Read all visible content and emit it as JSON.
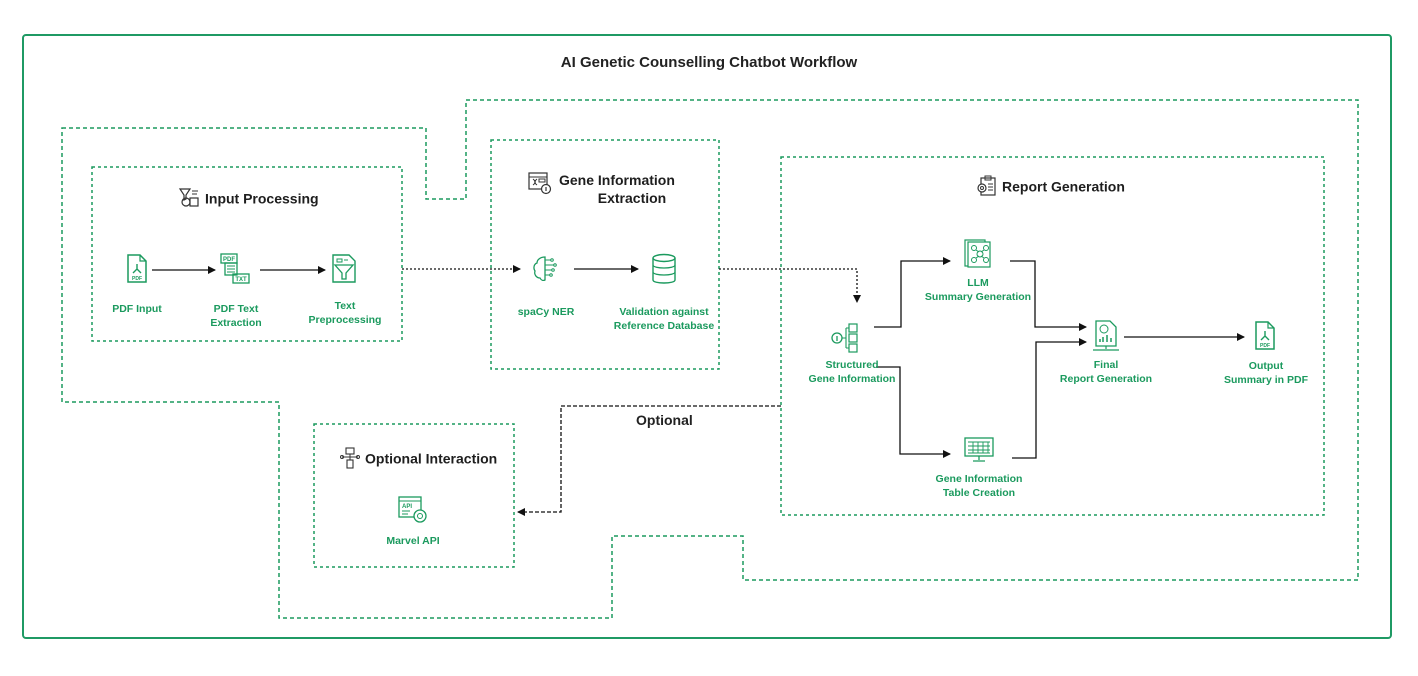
{
  "title": "AI Genetic Counselling Chatbot Workflow",
  "colors": {
    "accent": "#1b9a5e",
    "frame": "#1f9a64",
    "dashed_group": "#1b9a5e",
    "arrow": "#111111",
    "heading_text": "#1e1e1e"
  },
  "groups": {
    "input_processing": {
      "title": "Input Processing",
      "icon": "funnel-gear-icon"
    },
    "gene_extraction": {
      "title_line1": "Gene Information",
      "title_line2": "Extraction",
      "icon": "dna-info-icon"
    },
    "report_generation": {
      "title": "Report Generation",
      "icon": "clipboard-gear-icon"
    },
    "optional_interaction": {
      "title": "Optional Interaction",
      "icon": "hand-network-icon"
    }
  },
  "nodes": {
    "pdf_input": {
      "line1": "PDF Input",
      "line2": "",
      "icon": "pdf-file-icon"
    },
    "pdf_text_extraction": {
      "line1": "PDF Text",
      "line2": "Extraction",
      "icon": "pdf-to-txt-icon"
    },
    "text_preprocessing": {
      "line1": "Text",
      "line2": "Preprocessing",
      "icon": "document-filter-icon"
    },
    "spacy_ner": {
      "line1": "spaCy NER",
      "line2": "",
      "icon": "brain-circuit-icon"
    },
    "validation": {
      "line1": "Validation against",
      "line2": "Reference Database",
      "icon": "database-icon"
    },
    "structured_gene_info": {
      "line1": "Structured",
      "line2": "Gene Information",
      "icon": "info-hierarchy-icon"
    },
    "llm_summary": {
      "line1": "LLM",
      "line2": "Summary Generation",
      "icon": "neural-network-document-icon"
    },
    "gene_table": {
      "line1": "Gene Information",
      "line2": "Table Creation",
      "icon": "monitor-table-icon"
    },
    "final_report": {
      "line1": "Final",
      "line2": "Report Generation",
      "icon": "report-chart-icon"
    },
    "output_pdf": {
      "line1": "Output",
      "line2": "Summary in PDF",
      "icon": "pdf-file-icon"
    },
    "marvel_api": {
      "line1": "Marvel API",
      "line2": "",
      "icon": "api-gear-icon"
    }
  },
  "edges": {
    "optional_label": "Optional"
  }
}
